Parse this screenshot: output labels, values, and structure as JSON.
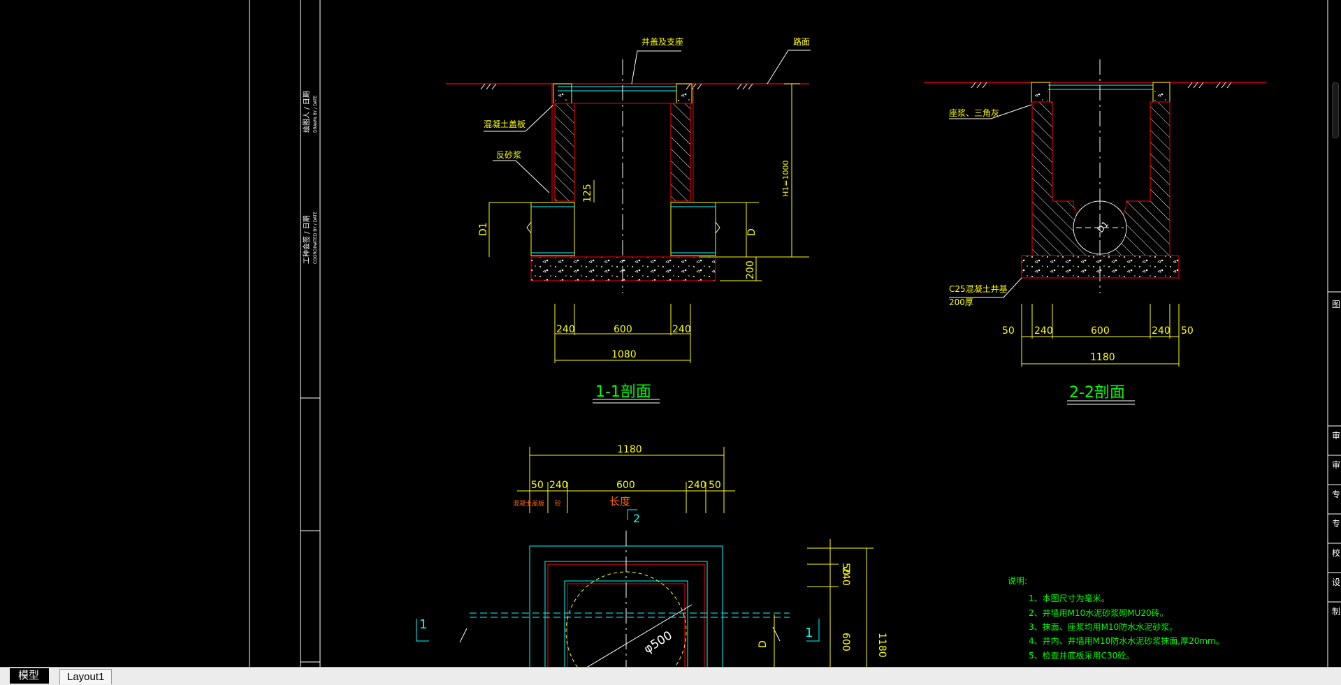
{
  "tabs": {
    "model": "模型",
    "layout1": "Layout1"
  },
  "title_block": {
    "drawn_by": "绘图人 / 日期",
    "drawn_by_en": "DRAWN BY / DATE",
    "checked_by": "工种会签 / 日期",
    "checked_by_en": "COORDINATED BY / DATE"
  },
  "section_11": {
    "title": "1-1剖面",
    "lbl_cover": "井盖及支座",
    "lbl_road": "路面",
    "lbl_concrete_cover": "混凝土盖板",
    "lbl_backfill": "反砂浆",
    "dim_h1": "H1=1000",
    "dim_125": "125",
    "dim_d1": "D1",
    "dim_d": "D",
    "dim_200": "200",
    "dim_240a": "240",
    "dim_600": "600",
    "dim_240b": "240",
    "dim_1080": "1080"
  },
  "section_22": {
    "title": "2-2剖面",
    "lbl_mortar": "座浆、三角灰",
    "lbl_base": "C25混凝土井基",
    "lbl_base2": "200厚",
    "dim_d1": "D1",
    "dim_50a": "50",
    "dim_240a": "240",
    "dim_600": "600",
    "dim_240b": "240",
    "dim_50b": "50",
    "dim_1180": "1180"
  },
  "plan": {
    "dim_1180": "1180",
    "dim_50a": "50",
    "dim_240a": "240",
    "dim_600": "600",
    "dim_240b": "240",
    "dim_50b": "50",
    "lbl_length": "长度",
    "lbl_small": "混凝土盖板",
    "lbl_small2": "砼",
    "mark_2": "2",
    "mark_1a": "1",
    "mark_1b": "1",
    "dim_phi500": "φ500",
    "dim_r50": "50",
    "dim_r240": "240",
    "dim_r600": "600",
    "dim_r1180": "1180",
    "dim_rd": "D"
  },
  "notes": {
    "title": "说明:",
    "items": [
      "1、本图尺寸为毫米。",
      "2、井墙用M10水泥砂浆砌MU20砖。",
      "3、抹面、座浆均用M10防水水泥砂浆。",
      "4、井内、井墙用M10防水水泥砂浆抹面,厚20mm。",
      "5、检查井底板采用C30砼。"
    ]
  },
  "right_strip": [
    "图",
    "审",
    "审",
    "专",
    "专",
    "校",
    "设",
    "制"
  ],
  "colors": {
    "background": "#000000",
    "line_yellow": "#ffff00",
    "line_red": "#ff0000",
    "line_cyan": "#00ffff",
    "text_green": "#00ff00",
    "tabbar": "#ececec"
  }
}
